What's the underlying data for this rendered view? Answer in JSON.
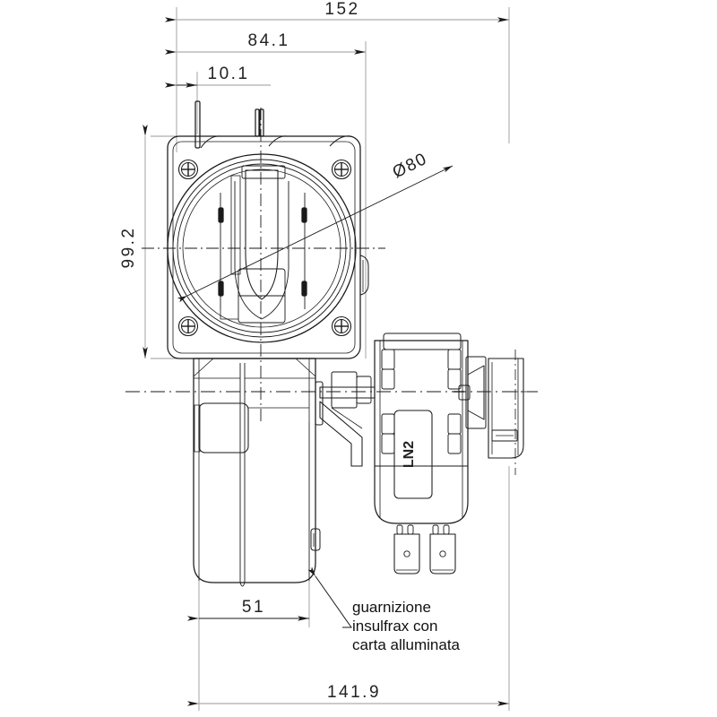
{
  "drawing": {
    "title": "Technical drawing - centrifugal blower with LN2 motor",
    "background_color": "#ffffff",
    "line_color": "#1a1a1a",
    "dim_line_color": "#808080",
    "text_color": "#222222"
  },
  "dimensions": {
    "overall_width": "152",
    "flange_offset": "84.1",
    "small_offset": "10.1",
    "flange_height": "99.2",
    "bore_diameter": "Ø80",
    "housing_width": "51",
    "overall_depth": "141.9"
  },
  "labels": {
    "motor_tag": "LN2"
  },
  "annotation": {
    "line1": "guarnizione",
    "line2": "insulfrax con",
    "line3": "carta alluminata"
  },
  "icons": {
    "screw": "cross-slot-screw-icon",
    "terminal": "spade-terminal-icon",
    "centerline": "centerline-icon",
    "leader": "leader-line-icon",
    "arrow": "dimension-arrow-icon"
  }
}
